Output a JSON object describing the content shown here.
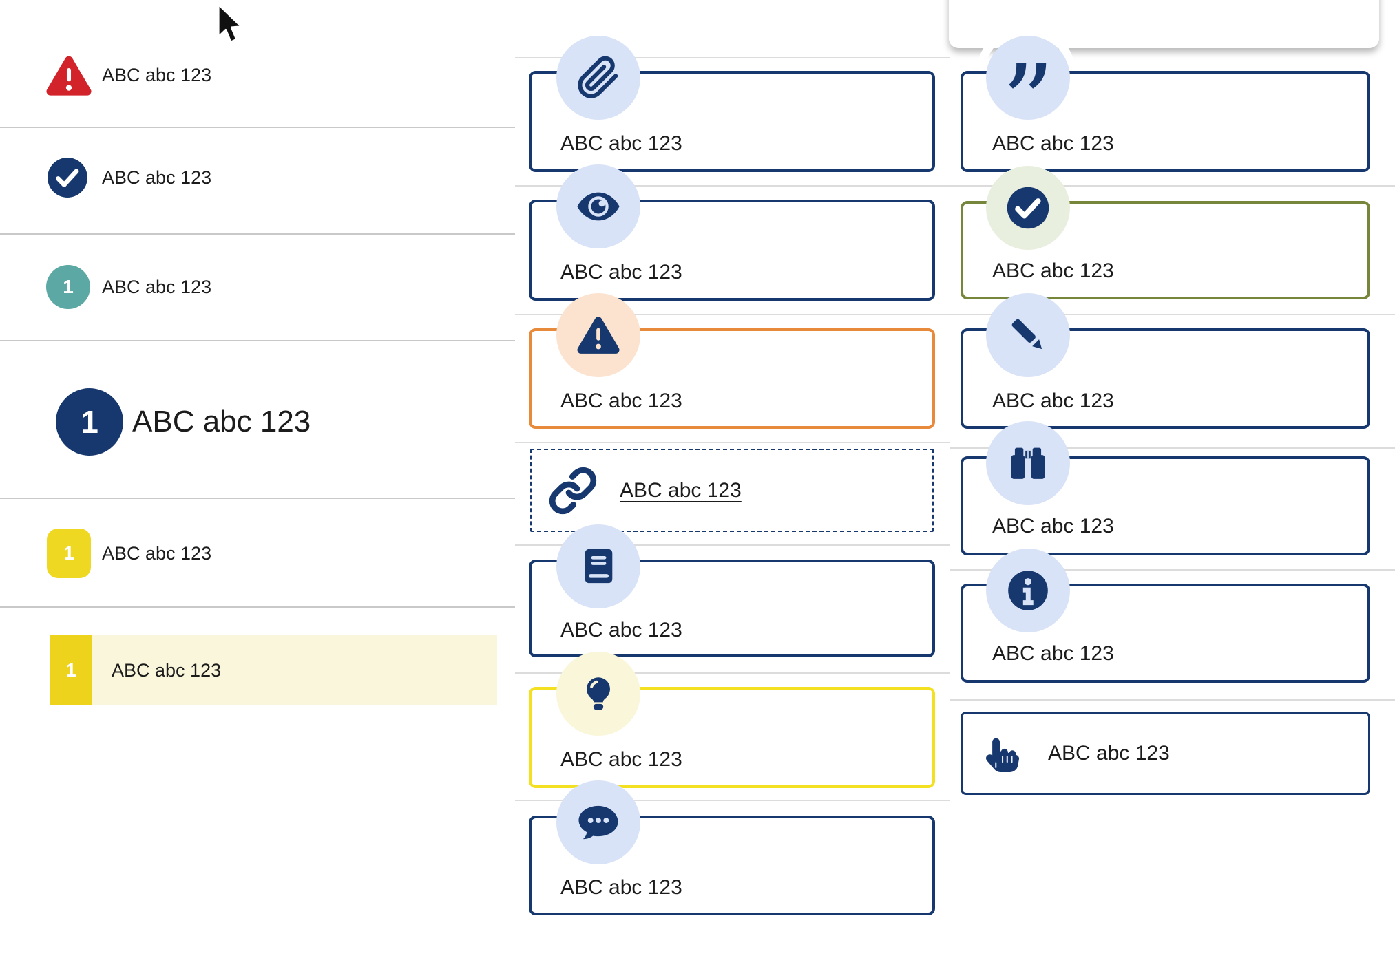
{
  "colors": {
    "navy": "#17386e",
    "text": "#1c1c1c",
    "red_alert": "#d2232a",
    "teal_badge": "#5ca8a4",
    "yellow_badge": "#efd822",
    "yellow_highlight_bar": "#faf6dc",
    "orange_border": "#e78a3b",
    "olive_border": "#76863a",
    "yellow_border": "#f2e021",
    "badge_light_blue": "#d9e3f7",
    "badge_peach": "#fbe3cf",
    "badge_cream": "#faf6d9",
    "badge_sage": "#e9efdf",
    "divider_gray": "#c9c9c9"
  },
  "icons": {
    "quote_glyph": "”"
  },
  "left_list": {
    "items": [
      {
        "icon": "warning-triangle-icon",
        "label": "ABC abc 123",
        "variant": "red-alert"
      },
      {
        "icon": "check-circle-icon",
        "label": "ABC abc 123",
        "variant": "navy-check"
      },
      {
        "icon": "number-badge",
        "badge": "1",
        "label": "ABC abc 123",
        "variant": "teal-circle"
      },
      {
        "icon": "number-badge",
        "badge": "1",
        "label": "ABC abc 123",
        "variant": "large-navy-circle"
      },
      {
        "icon": "number-badge",
        "badge": "1",
        "label": "ABC abc 123",
        "variant": "yellow-rounded-square"
      },
      {
        "icon": "number-badge",
        "badge": "1",
        "label": "ABC abc 123",
        "variant": "yellow-highlighted-row"
      }
    ]
  },
  "middle_callouts": {
    "items": [
      {
        "icon": "paperclip-icon",
        "label": "ABC abc 123",
        "variant": "navy"
      },
      {
        "icon": "eye-icon",
        "label": "ABC abc 123",
        "variant": "navy"
      },
      {
        "icon": "warning-triangle-icon",
        "label": "ABC abc 123",
        "variant": "orange"
      },
      {
        "icon": "link-icon",
        "label": "ABC abc 123",
        "variant": "dashed-link"
      },
      {
        "icon": "book-icon",
        "label": "ABC abc 123",
        "variant": "navy"
      },
      {
        "icon": "lightbulb-icon",
        "label": "ABC abc 123",
        "variant": "yellow"
      },
      {
        "icon": "chat-dots-icon",
        "label": "ABC abc 123",
        "variant": "navy"
      }
    ]
  },
  "right_callouts": {
    "items": [
      {
        "icon": "quote-icon",
        "label": "ABC abc 123",
        "variant": "navy"
      },
      {
        "icon": "check-circle-icon",
        "label": "ABC abc 123",
        "variant": "olive"
      },
      {
        "icon": "pencil-icon",
        "label": "ABC abc 123",
        "variant": "navy"
      },
      {
        "icon": "binoculars-icon",
        "label": "ABC abc 123",
        "variant": "navy"
      },
      {
        "icon": "info-icon",
        "label": "ABC abc 123",
        "variant": "navy"
      },
      {
        "icon": "hand-point-up-icon",
        "label": "ABC abc 123",
        "variant": "navy-inline"
      }
    ]
  }
}
